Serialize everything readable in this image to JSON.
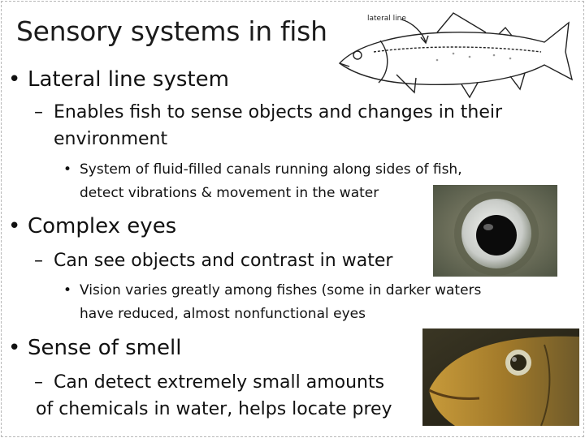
{
  "slide": {
    "title": "Sensory systems in fish",
    "bullets": [
      {
        "text": "Lateral line system",
        "sub": [
          {
            "text_l1": "Enables fish to sense objects and changes in their",
            "text_l2": "environment",
            "sub": [
              {
                "text_l1": "System of fluid-filled canals running along sides of fish,",
                "text_l2": "detect vibrations & movement in the water"
              }
            ]
          }
        ]
      },
      {
        "text": "Complex eyes",
        "sub": [
          {
            "text_l1": "Can see objects and contrast in water",
            "sub": [
              {
                "text_l1": "Vision varies greatly among fishes (some in darker waters",
                "text_l2": "have reduced, almost nonfunctional eyes"
              }
            ]
          }
        ]
      },
      {
        "text": "Sense of smell",
        "sub": [
          {
            "text_l1": "Can detect extremely small amounts",
            "text_l2": "of chemicals in water, helps locate prey"
          }
        ]
      }
    ],
    "figure_label": "lateral line",
    "bullet_glyph": "•",
    "dash_glyph": "–"
  },
  "colors": {
    "text": "#111111",
    "title": "#1b1b1b",
    "eye_iris": "#c9ccc8",
    "fish_skin": "#9a8a4a"
  },
  "icons": {
    "bullet": "bullet-dot-icon",
    "dash": "dash-icon"
  }
}
